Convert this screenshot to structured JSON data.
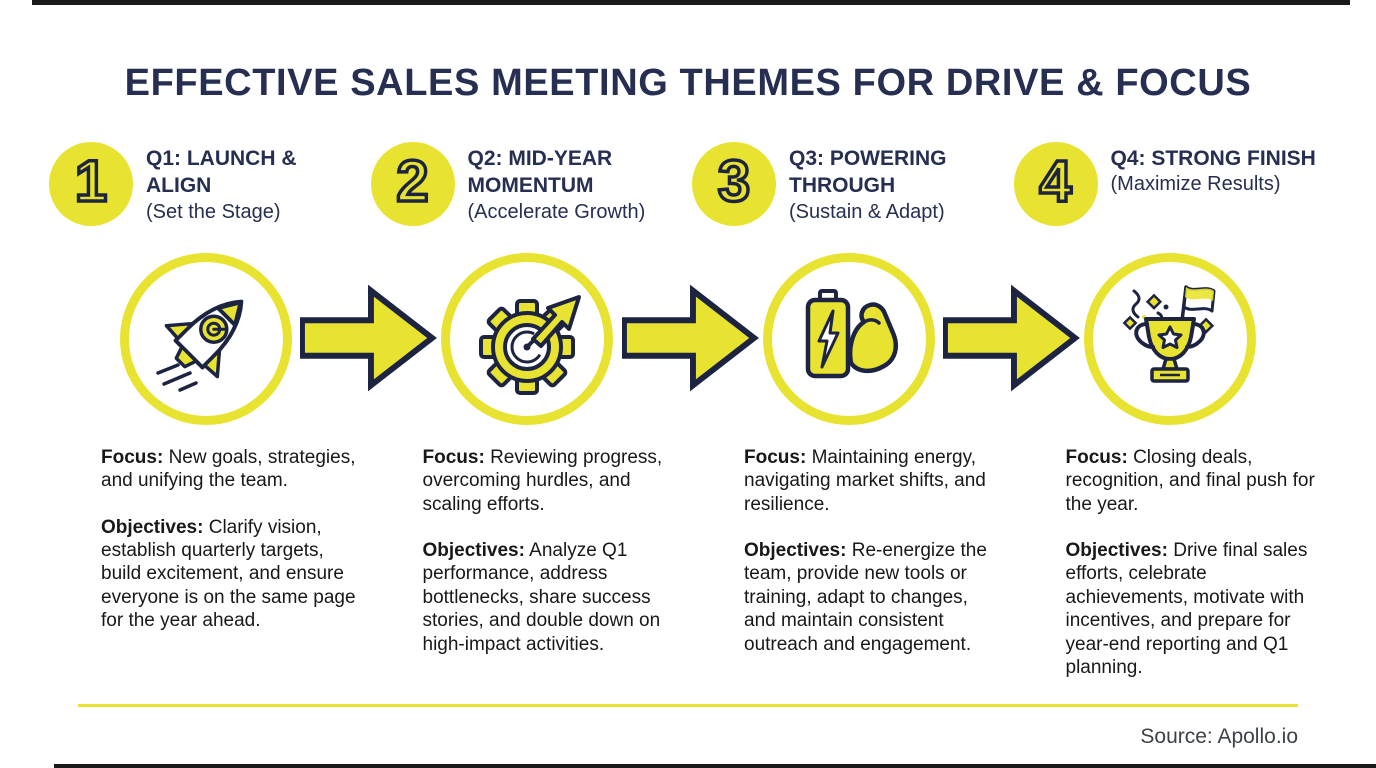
{
  "title": "EFFECTIVE SALES MEETING THEMES FOR DRIVE & FOCUS",
  "source": "Source: Apollo.io",
  "colors": {
    "accent_yellow": "#e8e330",
    "navy": "#262e52",
    "body_text": "#181818"
  },
  "quarters": [
    {
      "number": "1",
      "title": "Q1: LAUNCH & ALIGN",
      "subtitle": "(Set the Stage)",
      "icon": "rocket-icon",
      "focus_label": "Focus:",
      "focus_text": "New goals, strategies, and unifying the team.",
      "objectives_label": "Objectives:",
      "objectives_text": "Clarify vision, establish quarterly targets, build excitement, and ensure everyone is on the same page for the year ahead."
    },
    {
      "number": "2",
      "title": "Q2: MID-YEAR MOMENTUM",
      "subtitle": "(Accelerate Growth)",
      "icon": "gear-growth-arrow-icon",
      "focus_label": "Focus:",
      "focus_text": "Reviewing progress, overcoming hurdles, and scaling efforts.",
      "objectives_label": "Objectives:",
      "objectives_text": "Analyze Q1 performance, address bottlenecks, share success stories, and double down on high-impact activities."
    },
    {
      "number": "3",
      "title": "Q3: POWERING THROUGH",
      "subtitle": "(Sustain & Adapt)",
      "icon": "battery-muscle-icon",
      "focus_label": "Focus:",
      "focus_text": "Maintaining energy, navigating market shifts, and resilience.",
      "objectives_label": "Objectives:",
      "objectives_text": "Re-energize the team, provide new tools or training, adapt to changes, and maintain consistent outreach and engagement."
    },
    {
      "number": "4",
      "title": "Q4: STRONG FINISH",
      "subtitle": "(Maximize Results)",
      "icon": "trophy-finish-icon",
      "focus_label": "Focus:",
      "focus_text": "Closing deals, recognition, and final push for the year.",
      "objectives_label": "Objectives:",
      "objectives_text": "Drive final sales efforts, celebrate achievements, motivate with incentives, and prepare for year-end reporting and Q1 planning."
    }
  ]
}
